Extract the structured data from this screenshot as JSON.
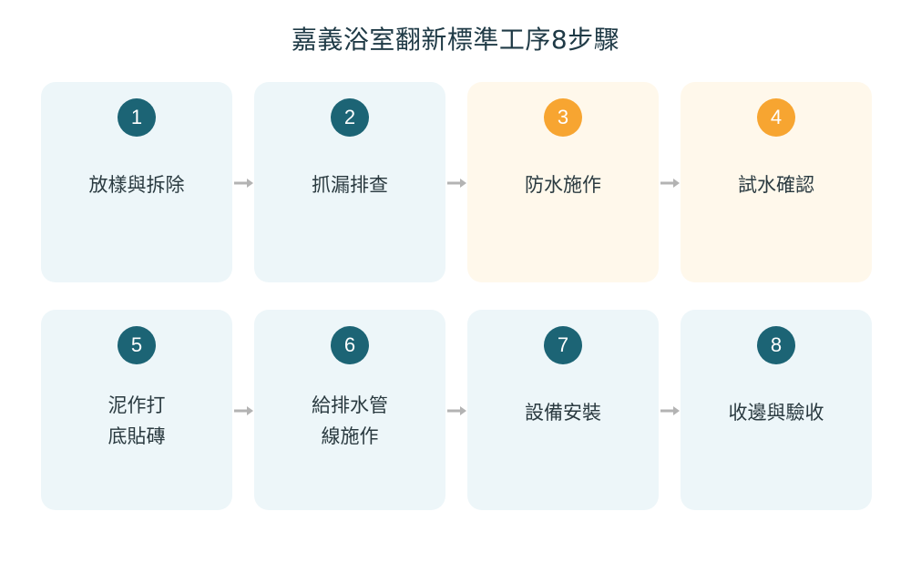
{
  "title": "嘉義浴室翻新標準工序8步驟",
  "colors": {
    "card_blue": "#edf6f9",
    "card_cream": "#fff8eb",
    "badge_teal": "#1c6475",
    "badge_orange": "#f7a531",
    "arrow_gray": "#b3b3b3"
  },
  "steps": [
    {
      "num": "1",
      "label": "放樣與拆除",
      "theme": "blue"
    },
    {
      "num": "2",
      "label": "抓漏排查",
      "theme": "blue"
    },
    {
      "num": "3",
      "label": "防水施作",
      "theme": "cream"
    },
    {
      "num": "4",
      "label": "試水確認",
      "theme": "cream"
    },
    {
      "num": "5",
      "label": "泥作打\n底貼磚",
      "theme": "blue"
    },
    {
      "num": "6",
      "label": "給排水管\n線施作",
      "theme": "blue"
    },
    {
      "num": "7",
      "label": "設備安裝",
      "theme": "blue"
    },
    {
      "num": "8",
      "label": "收邊與驗收",
      "theme": "blue"
    }
  ]
}
